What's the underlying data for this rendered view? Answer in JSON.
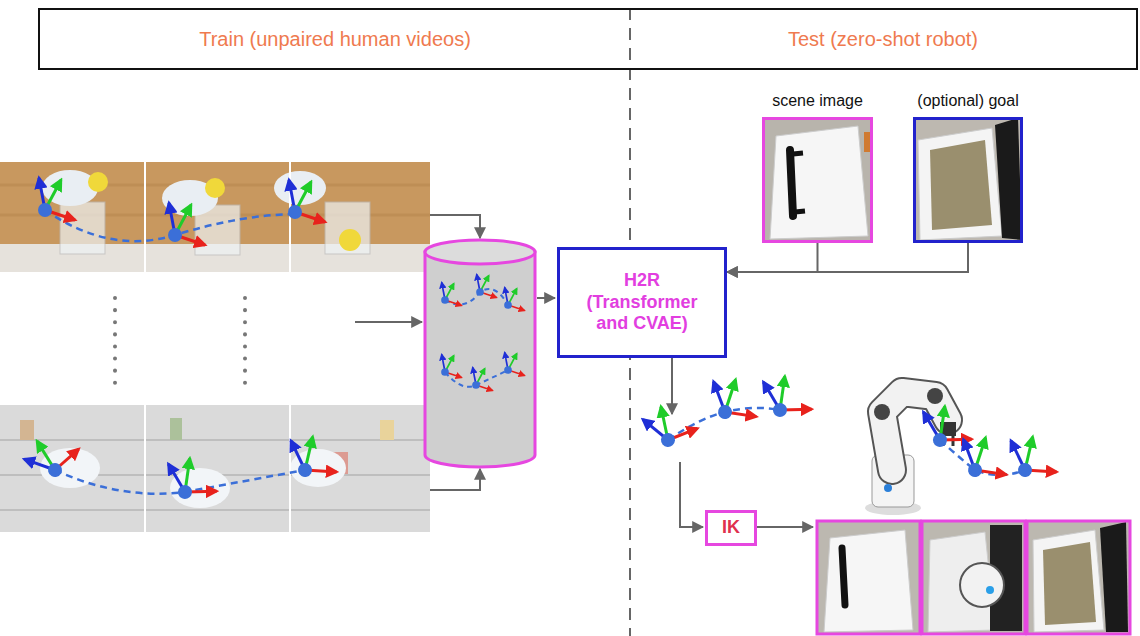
{
  "diagram": {
    "nodes": [
      {
        "text": [
          "Train (unpaired human videos)",
          "Test (zero-shot robot)"
        ]
      },
      {
        "text": [
          "H2R (Transformer and CVAE)"
        ]
      },
      {
        "text": [
          "IK"
        ]
      },
      {
        "text": [
          "scene image"
        ]
      },
      {
        "text": [
          "(optional) goal"
        ]
      }
    ],
    "edges": [
      {
        "from": 3,
        "to": 1,
        "arrow": "to"
      },
      {
        "from": 4,
        "to": 1,
        "arrow": "to"
      }
    ]
  }
}
